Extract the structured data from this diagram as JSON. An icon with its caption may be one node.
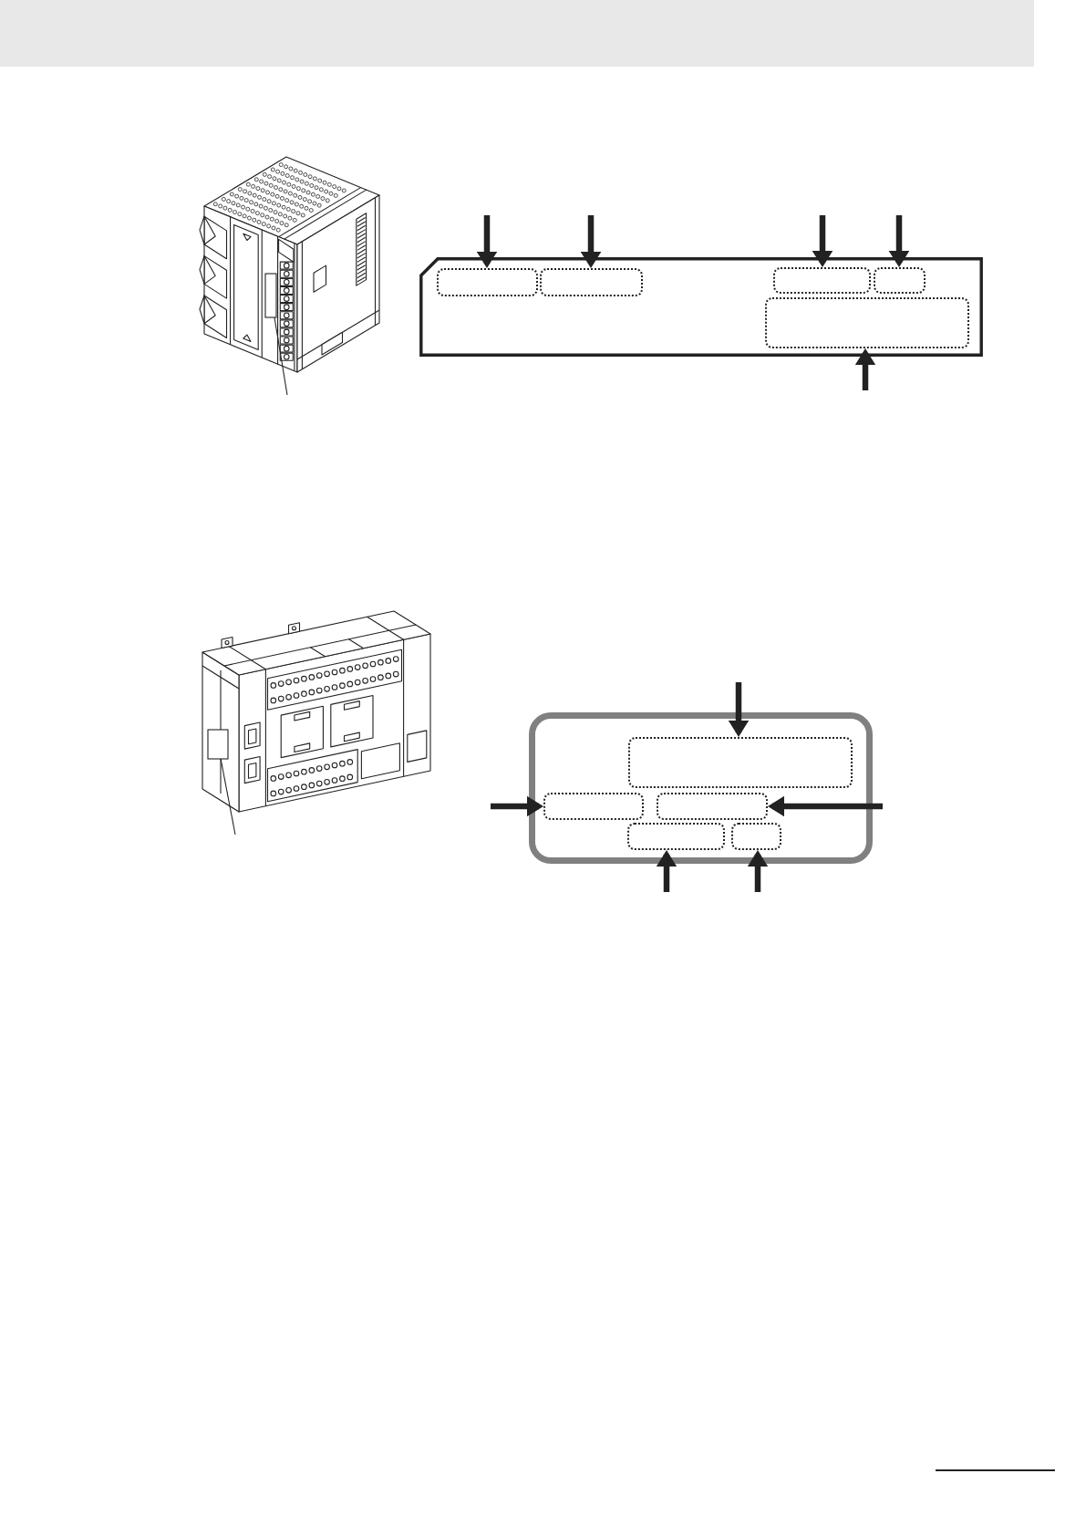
{
  "diagram": {
    "nodes": [
      {
        "text": [],
        "shape": "box"
      },
      {
        "text": [],
        "shape": "box"
      },
      {
        "text": [],
        "shape": "box",
        "in": 1
      },
      {
        "text": [],
        "shape": "box",
        "in": 1
      },
      {
        "text": [],
        "shape": "box",
        "in": 1
      },
      {
        "text": [],
        "shape": "box",
        "in": 1
      },
      {
        "text": [],
        "shape": "box",
        "in": 1
      },
      {
        "text": [],
        "shape": "box"
      },
      {
        "text": [],
        "shape": "box"
      },
      {
        "text": [],
        "shape": "box",
        "in": 8
      },
      {
        "text": [],
        "shape": "box",
        "in": 8
      },
      {
        "text": [],
        "shape": "box",
        "in": 8
      },
      {
        "text": [],
        "shape": "box",
        "in": 8
      },
      {
        "text": [],
        "shape": "box",
        "in": 8
      }
    ],
    "edges": [
      {
        "from": null,
        "to": 0,
        "arrow": "none"
      },
      {
        "from": null,
        "to": 2,
        "arrow": "to"
      },
      {
        "from": null,
        "to": 3,
        "arrow": "to"
      },
      {
        "from": null,
        "to": 4,
        "arrow": "to"
      },
      {
        "from": null,
        "to": 5,
        "arrow": "to"
      },
      {
        "from": null,
        "to": 6,
        "arrow": "to"
      },
      {
        "from": null,
        "to": 7,
        "arrow": "none"
      },
      {
        "from": null,
        "to": 9,
        "arrow": "to"
      },
      {
        "from": null,
        "to": 10,
        "arrow": "to"
      },
      {
        "from": null,
        "to": 11,
        "arrow": "to"
      },
      {
        "from": null,
        "to": 12,
        "arrow": "to"
      },
      {
        "from": null,
        "to": 13,
        "arrow": "to"
      }
    ]
  }
}
